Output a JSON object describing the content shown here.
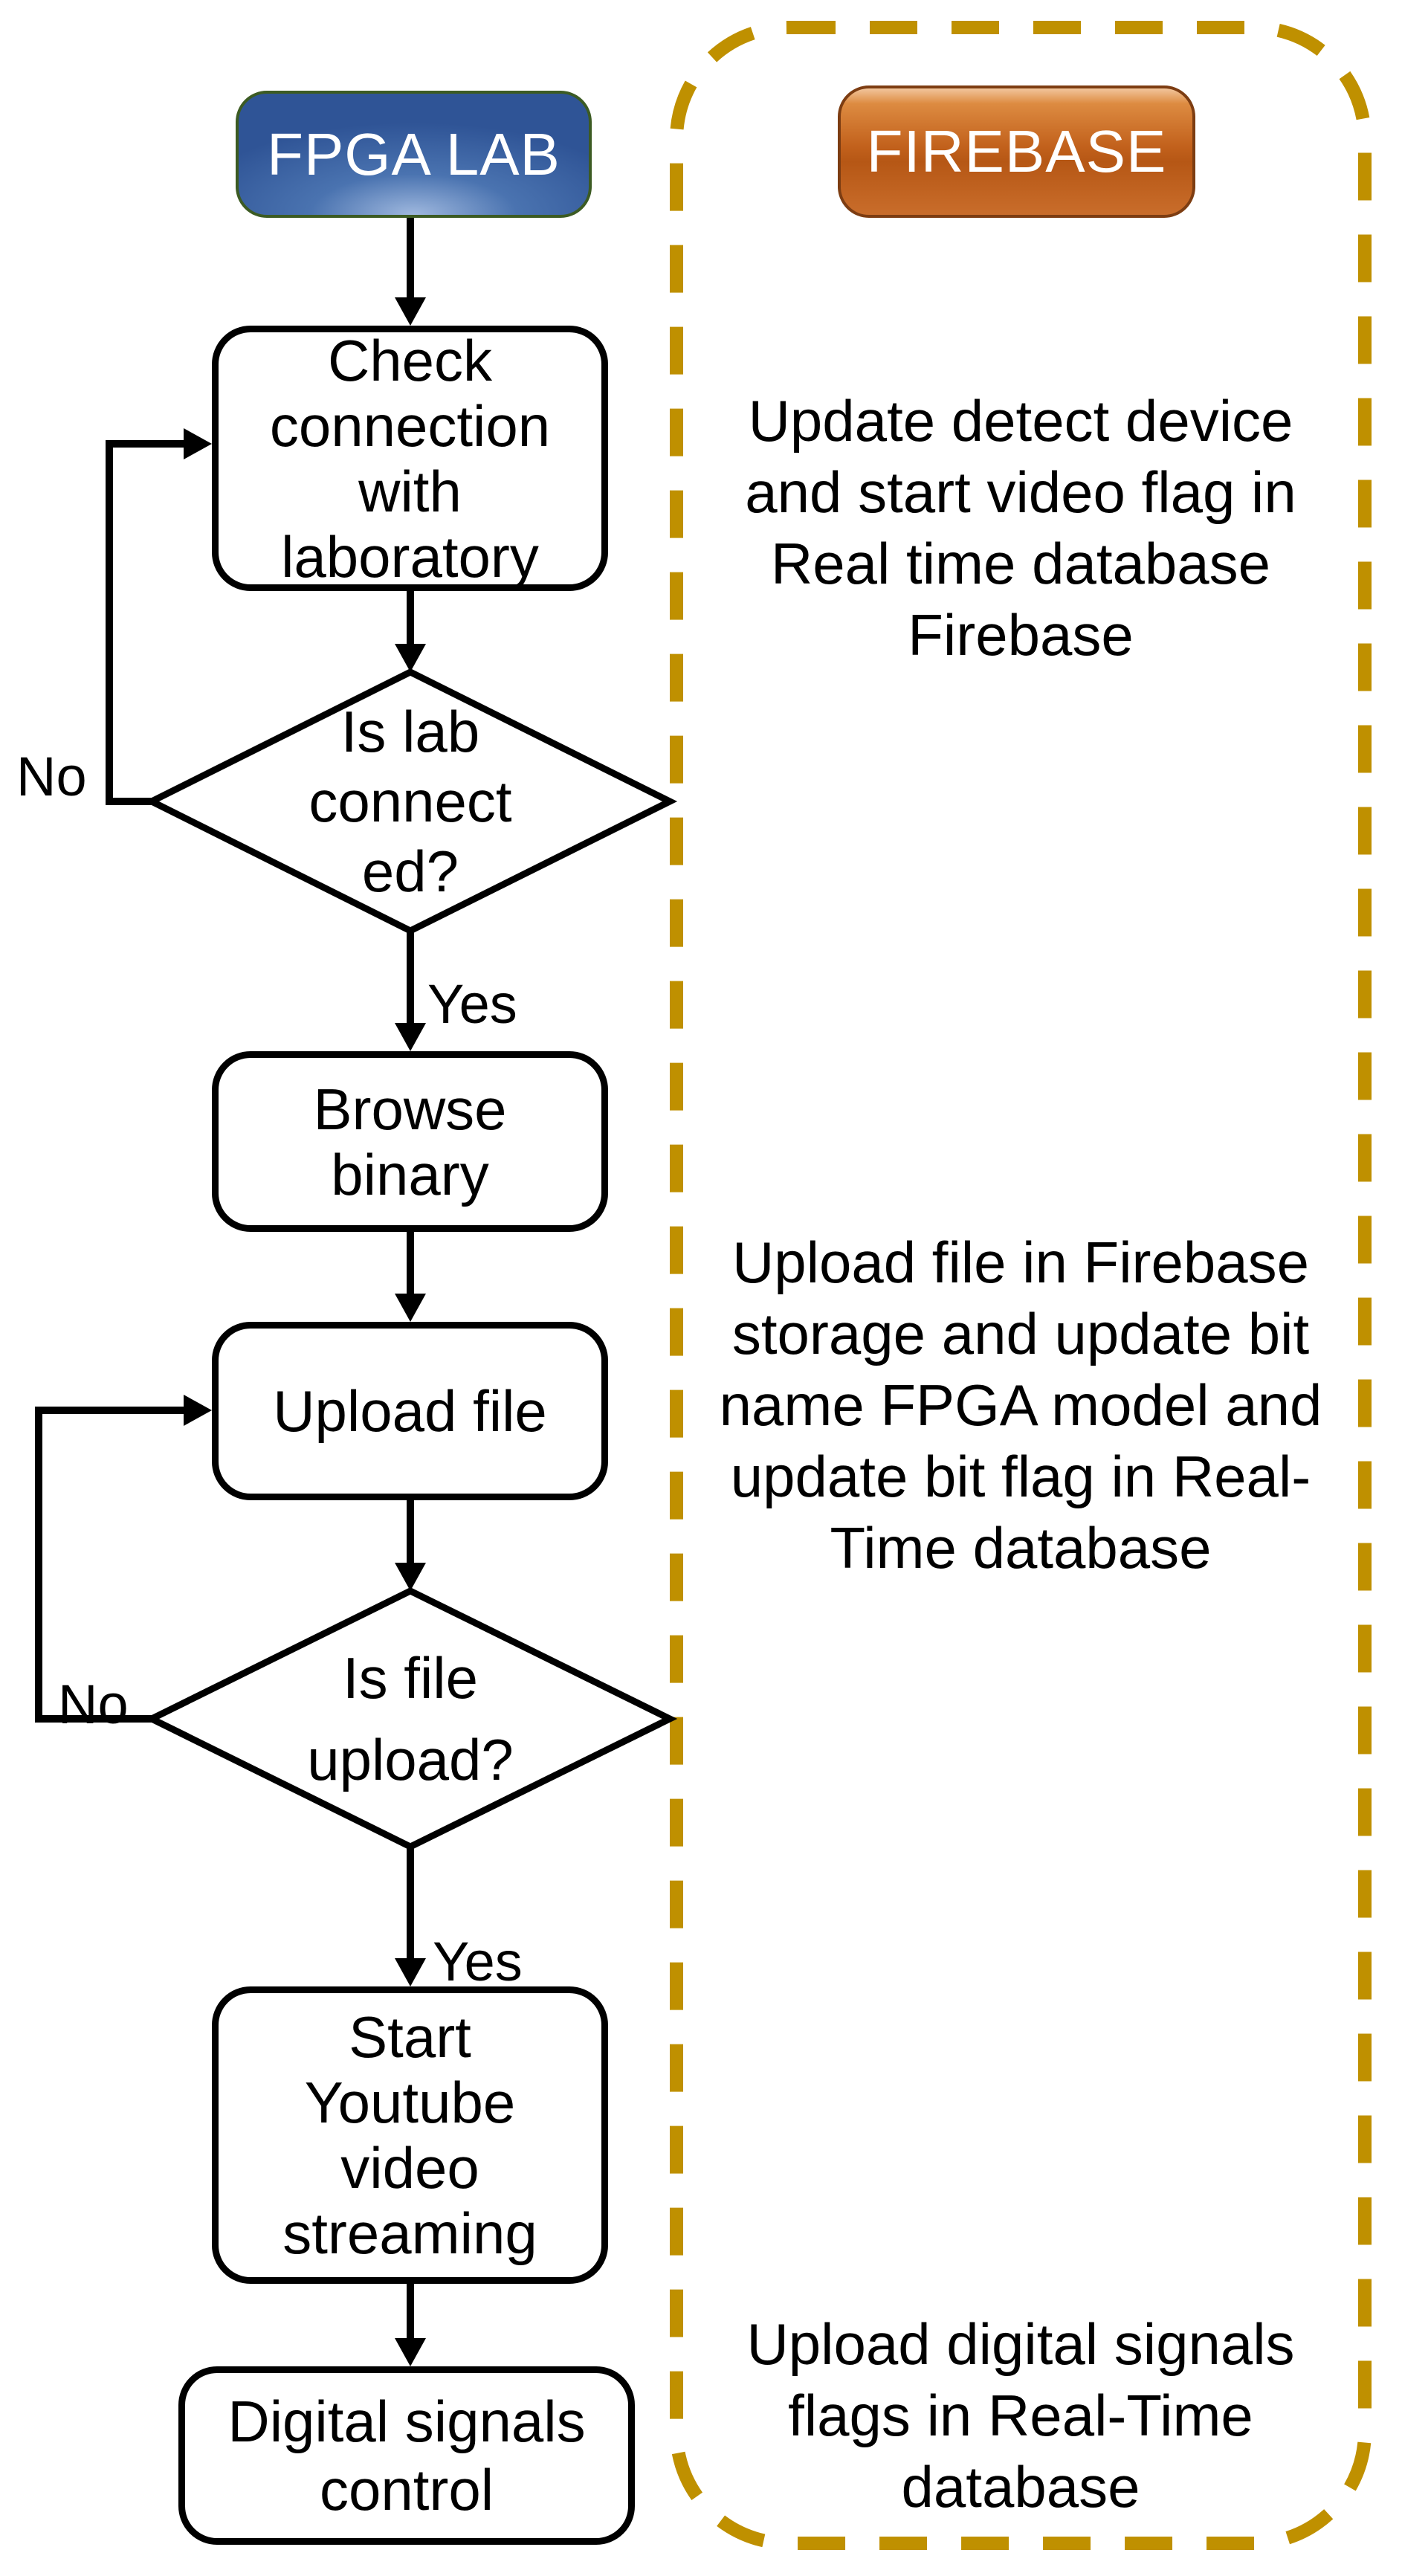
{
  "colors": {
    "dash_gold": "#bf9000",
    "line_black": "#000000",
    "node_fill": "#ffffff",
    "text_black": "#000000",
    "text_white": "#ffffff",
    "fpga_border": "#3c5b23",
    "fpga_blue_dark": "#2f5496",
    "fpga_blue": "#4a73b0",
    "fpga_blue_light": "#9fb8de",
    "firebase_border": "#7d3d12",
    "firebase_top": "#f2c59c",
    "firebase_mid": "#c2611c",
    "firebase_dark": "#b65715",
    "firebase_bottom": "#c96d2b"
  },
  "lanes": {
    "fpga": {
      "title": "FPGA LAB"
    },
    "firebase": {
      "title": "FIREBASE"
    }
  },
  "flow": {
    "check_connection": "Check\nconnection\nwith\nlaboratory",
    "decision_lab_connected": "Is lab\nconnect\ned?",
    "browse_binary": "Browse\nbinary",
    "upload_file": "Upload file",
    "decision_file_upload": "Is file\nupload?",
    "start_youtube": "Start\nYoutube\nvideo\nstreaming",
    "digital_signals": "Digital signals\ncontrol",
    "labels": {
      "no_lab": "No",
      "yes_lab": "Yes",
      "no_file": "No",
      "yes_file": "Yes"
    }
  },
  "firebase_notes": {
    "note_detect_device": "Update detect device\nand start video flag in\nReal time database\nFirebase",
    "note_upload_storage": "Upload file in Firebase\nstorage and update bit\nname FPGA model and\nupdate bit flag in Real-\nTime database",
    "note_digital_signals": "Upload digital signals\nflags in Real-Time\ndatabase"
  }
}
